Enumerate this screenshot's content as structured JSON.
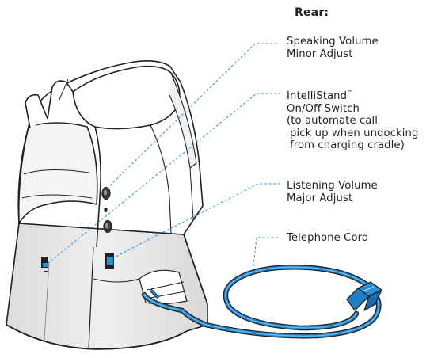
{
  "heading": "Rear:",
  "callouts": {
    "speaking_volume": {
      "line1": "Speaking Volume",
      "line2": "Minor Adjust"
    },
    "intellistand": {
      "name": "IntelliStand",
      "trademark": "™",
      "line2": "On/Off Switch",
      "line3": "(to automate call",
      "line4": "pick up when undocking",
      "line5": "from charging cradle)"
    },
    "listening_volume": {
      "line1": "Listening Volume",
      "line2": "Major Adjust"
    },
    "telephone_cord": {
      "line1": "Telephone Cord"
    }
  },
  "colors": {
    "leader_line": "#2e8fd6",
    "cord": "#1f7fc7",
    "switch_accent": "#2b8fd4",
    "outline": "#231f20",
    "shade": "#e6e6e6"
  },
  "icons": {
    "device": "charging-base-drawing",
    "connector": "rj11-plug"
  }
}
